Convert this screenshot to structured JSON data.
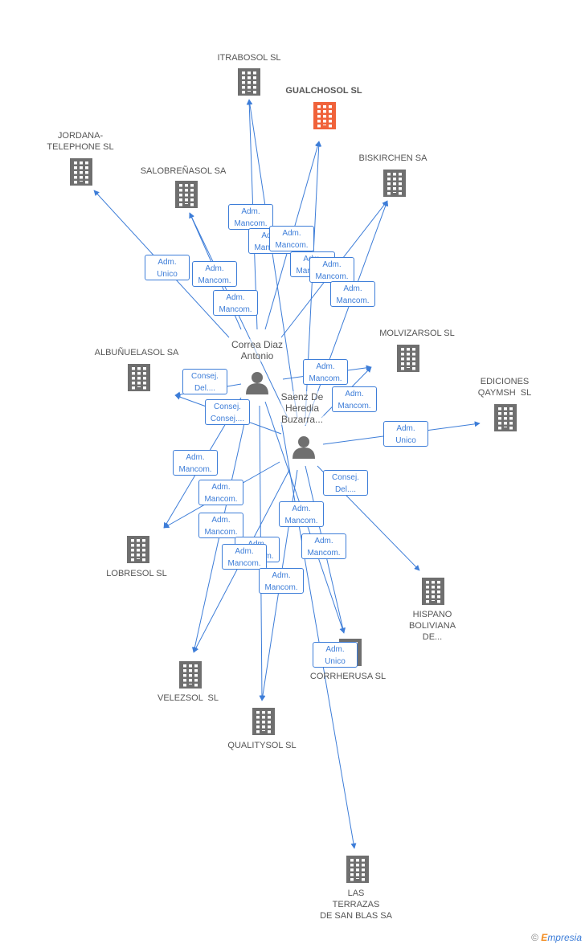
{
  "colors": {
    "edge": "#3d7dd8",
    "building": "#6f6f6f",
    "focus_building": "#f0623a",
    "person": "#6f6f6f"
  },
  "companies": [
    {
      "id": "itrabosol",
      "label": "ITRABOSOL SL",
      "focus": false
    },
    {
      "id": "gualchosol",
      "label": "GUALCHOSOL SL",
      "focus": true
    },
    {
      "id": "jordana",
      "label": "JORDANA-\nTELEPHONE SL",
      "focus": false
    },
    {
      "id": "salobrenasol",
      "label": "SALOBREÑASOL SA",
      "focus": false
    },
    {
      "id": "biskirchen",
      "label": "BISKIRCHEN SA",
      "focus": false
    },
    {
      "id": "molvizarsol",
      "label": "MOLVIZARSOL SL",
      "focus": false
    },
    {
      "id": "albunuelasol",
      "label": "ALBUÑUELASOL SA",
      "focus": false
    },
    {
      "id": "ediciones",
      "label": "EDICIONES\nQAYMSH  SL",
      "focus": false
    },
    {
      "id": "lobresol",
      "label": "LOBRESOL SL",
      "focus": false
    },
    {
      "id": "hispano",
      "label": "HISPANO\nBOLIVIANA\nDE...",
      "focus": false
    },
    {
      "id": "corrherusa",
      "label": "CORRHERUSA SL",
      "focus": false
    },
    {
      "id": "velezsol",
      "label": "VELEZSOL  SL",
      "focus": false
    },
    {
      "id": "qualitysol",
      "label": "QUALITYSOL SL",
      "focus": false
    },
    {
      "id": "terrazas",
      "label": "LAS\nTERRAZAS\nDE SAN BLAS SA",
      "focus": false
    }
  ],
  "persons": [
    {
      "id": "correa",
      "label": "Correa Diaz\nAntonio"
    },
    {
      "id": "saenz",
      "label": "Saenz De\nHeredia\nBuzarra..."
    }
  ],
  "relations": [
    {
      "from": "correa",
      "to": "jordana",
      "label": "Adm.\nUnico"
    },
    {
      "from": "correa",
      "to": "salobrenasol",
      "label": "Adm.\nMancom."
    },
    {
      "from": "correa",
      "to": "itrabosol",
      "label": "Adm.\nMancom."
    },
    {
      "from": "saenz",
      "to": "itrabosol",
      "label": "Adm.\nMancom."
    },
    {
      "from": "correa",
      "to": "gualchosol",
      "label": "Adm.\nMancom."
    },
    {
      "from": "saenz",
      "to": "gualchosol",
      "label": "Adm.\nMancom."
    },
    {
      "from": "correa",
      "to": "biskirchen",
      "label": "Adm.\nMancom."
    },
    {
      "from": "saenz",
      "to": "biskirchen",
      "label": "Adm.\nMancom."
    },
    {
      "from": "saenz",
      "to": "salobrenasol",
      "label": "Adm.\nMancom."
    },
    {
      "from": "correa",
      "to": "molvizarsol",
      "label": "Adm.\nMancom."
    },
    {
      "from": "saenz",
      "to": "molvizarsol",
      "label": "Adm.\nMancom."
    },
    {
      "from": "correa",
      "to": "albunuelasol",
      "label": "Consej.\nDel...."
    },
    {
      "from": "saenz",
      "to": "albunuelasol",
      "label": "Consej.\nConsej...."
    },
    {
      "from": "saenz",
      "to": "ediciones",
      "label": "Adm.\nUnico"
    },
    {
      "from": "correa",
      "to": "lobresol",
      "label": "Adm.\nMancom."
    },
    {
      "from": "saenz",
      "to": "lobresol",
      "label": "Adm.\nMancom."
    },
    {
      "from": "saenz",
      "to": "hispano",
      "label": "Consej.\nDel...."
    },
    {
      "from": "correa",
      "to": "corrherusa",
      "label": "Adm.\nMancom."
    },
    {
      "from": "saenz",
      "to": "corrherusa",
      "label": "Adm.\nMancom."
    },
    {
      "from": "correa",
      "to": "velezsol",
      "label": "Adm.\nMancom."
    },
    {
      "from": "saenz",
      "to": "velezsol",
      "label": "Adm.\nMancom."
    },
    {
      "from": "correa",
      "to": "qualitysol",
      "label": "Adm.\nMancom."
    },
    {
      "from": "saenz",
      "to": "qualitysol",
      "label": "Adm.\nMancom."
    },
    {
      "from": "correa",
      "to": "terrazas",
      "label": "Adm.\nUnico"
    }
  ],
  "credit": {
    "copyright": "©",
    "brand_initial": "E",
    "brand_rest": "mpresia"
  }
}
